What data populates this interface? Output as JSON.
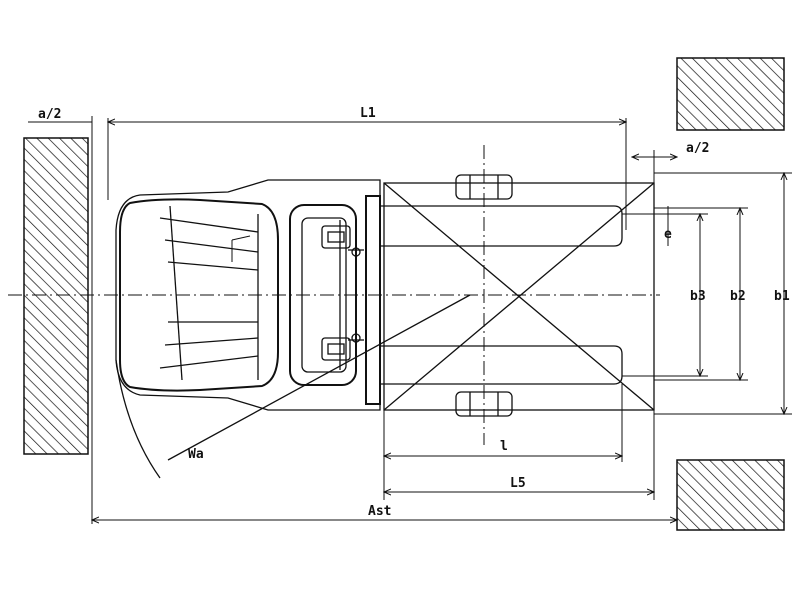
{
  "labels": {
    "a_half_left": "a/2",
    "a_half_right": "a/2",
    "L1": "L1",
    "L5": "L5",
    "l": "l",
    "Ast": "Ast",
    "Wa": "Wa",
    "e": "e",
    "b1": "b1",
    "b2": "b2",
    "b3": "b3"
  },
  "colors": {
    "line": "#111111",
    "background": "#ffffff"
  }
}
